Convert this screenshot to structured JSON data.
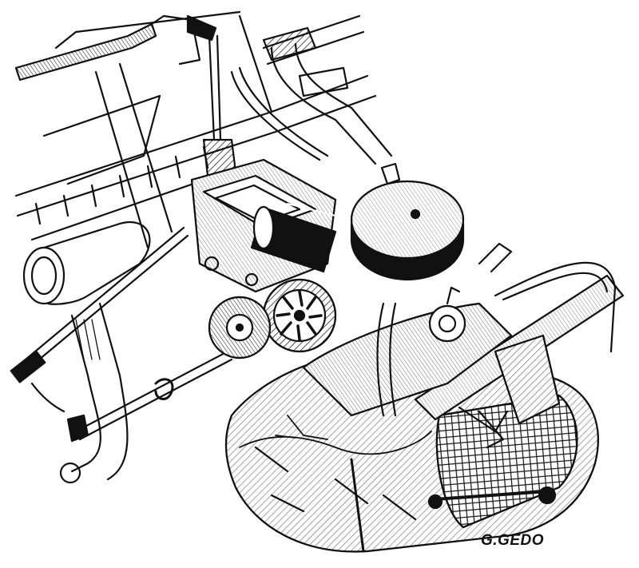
{
  "illustration": {
    "subject": "engine-and-gearbox-line-drawing",
    "style": "black-ink-hatched",
    "colors": {
      "ink": "#111111",
      "paper": "#ffffff"
    }
  },
  "signature": {
    "text": "G.GEDO"
  }
}
